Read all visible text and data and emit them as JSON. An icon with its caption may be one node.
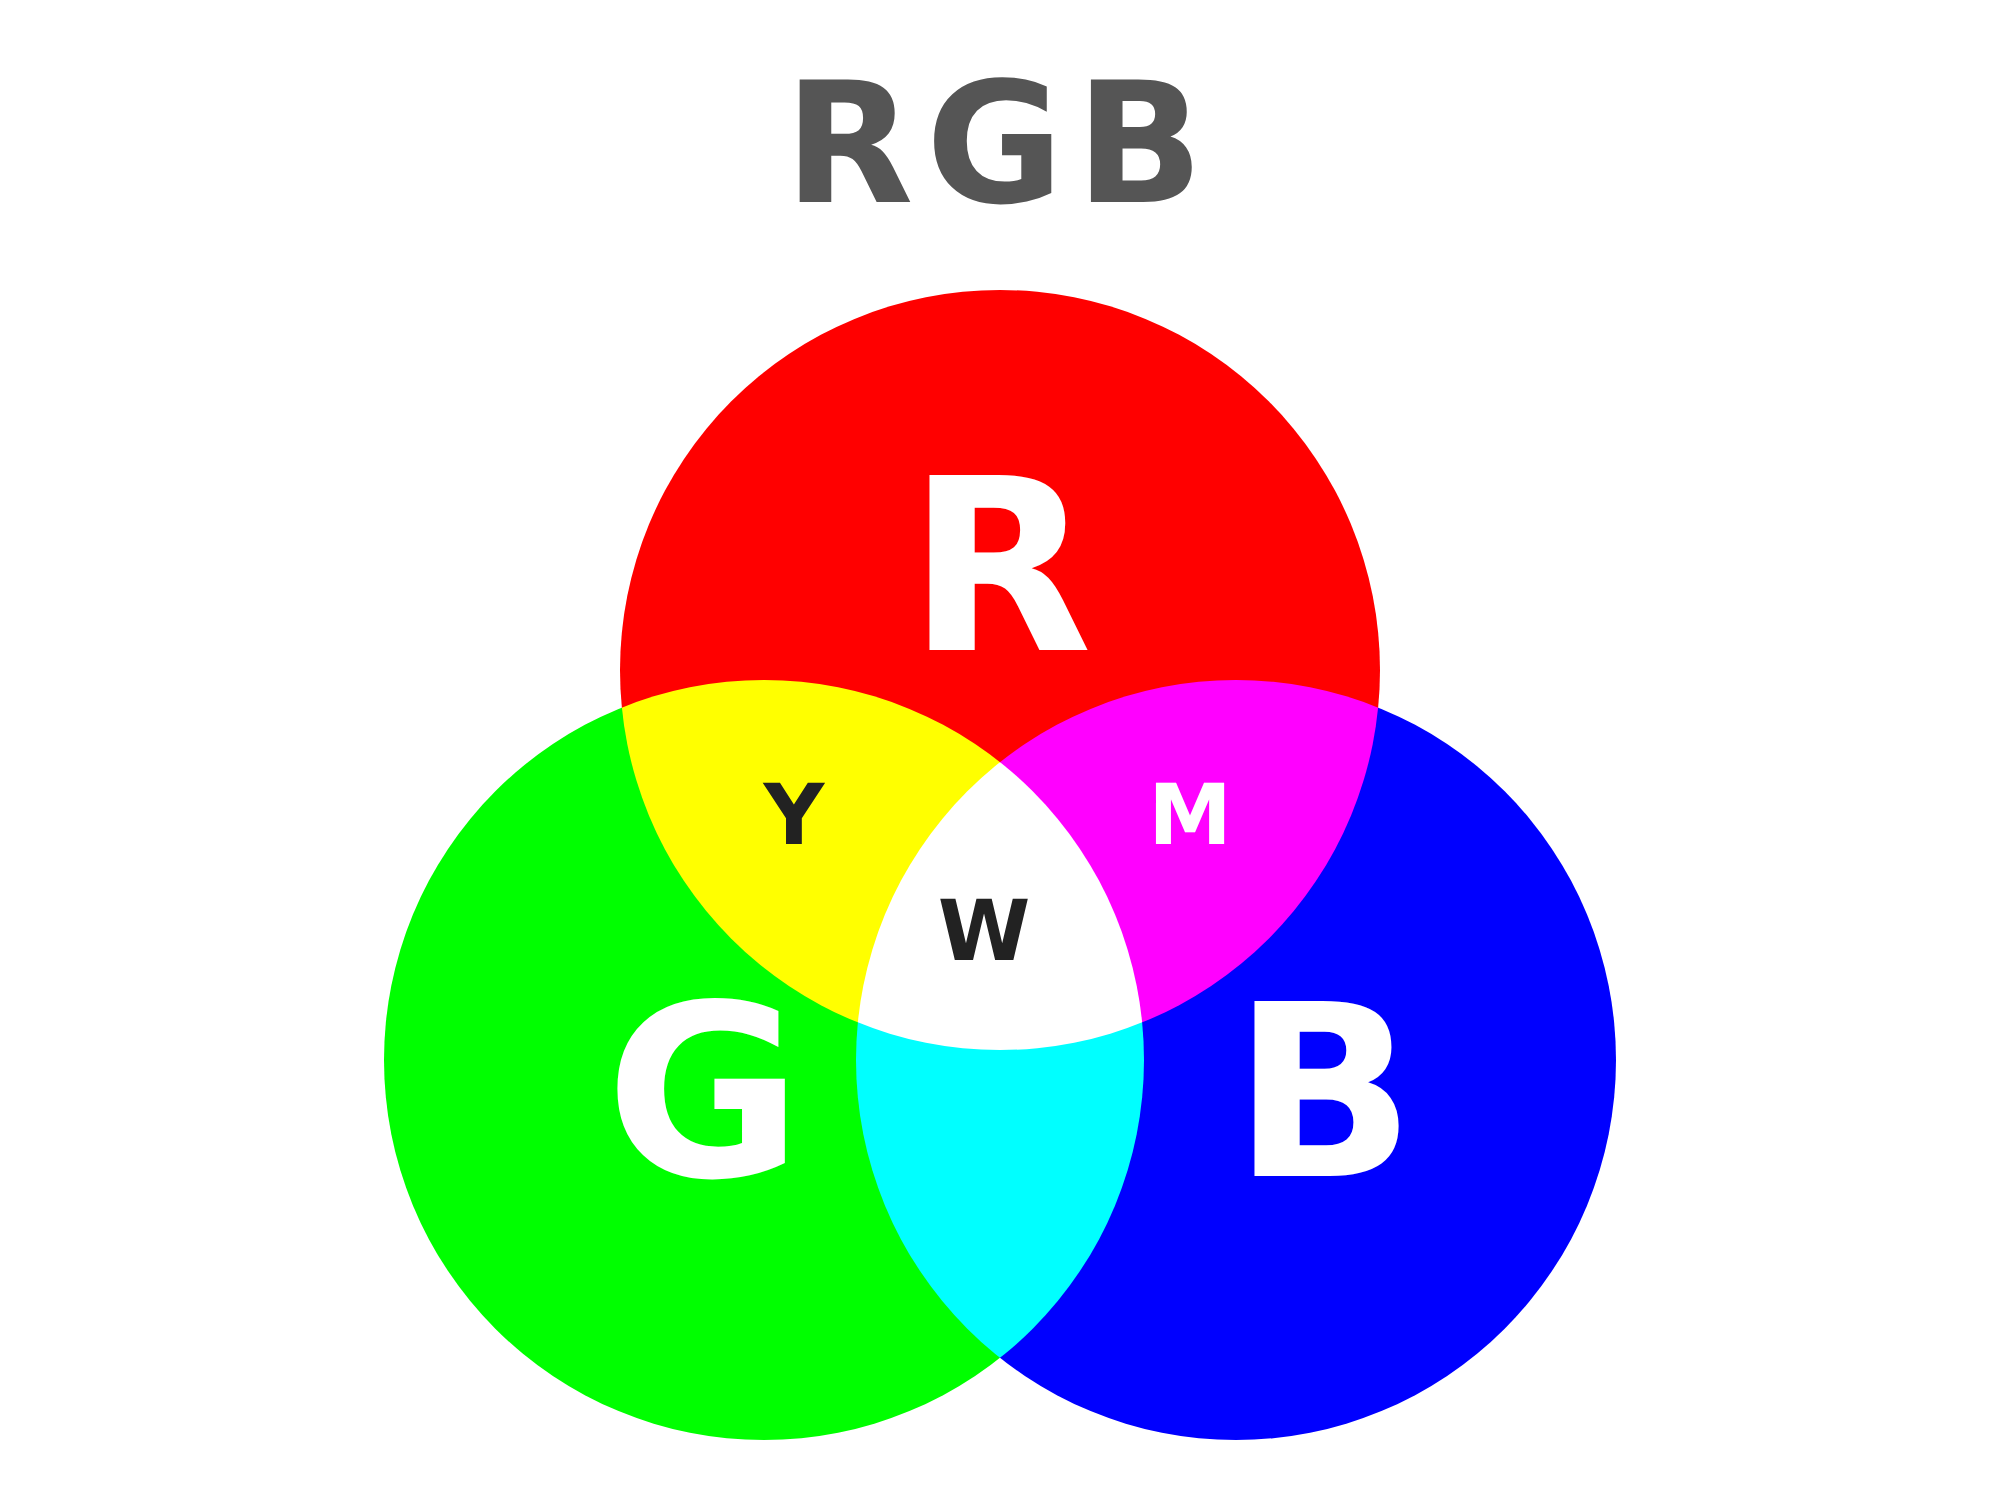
{
  "diagram": {
    "title": "RGB",
    "nodes": [
      {
        "text": [
          "R"
        ]
      },
      {
        "text": [
          "G"
        ]
      },
      {
        "text": [
          "B"
        ]
      }
    ],
    "labels": [
      "Y",
      "M",
      "W"
    ]
  }
}
